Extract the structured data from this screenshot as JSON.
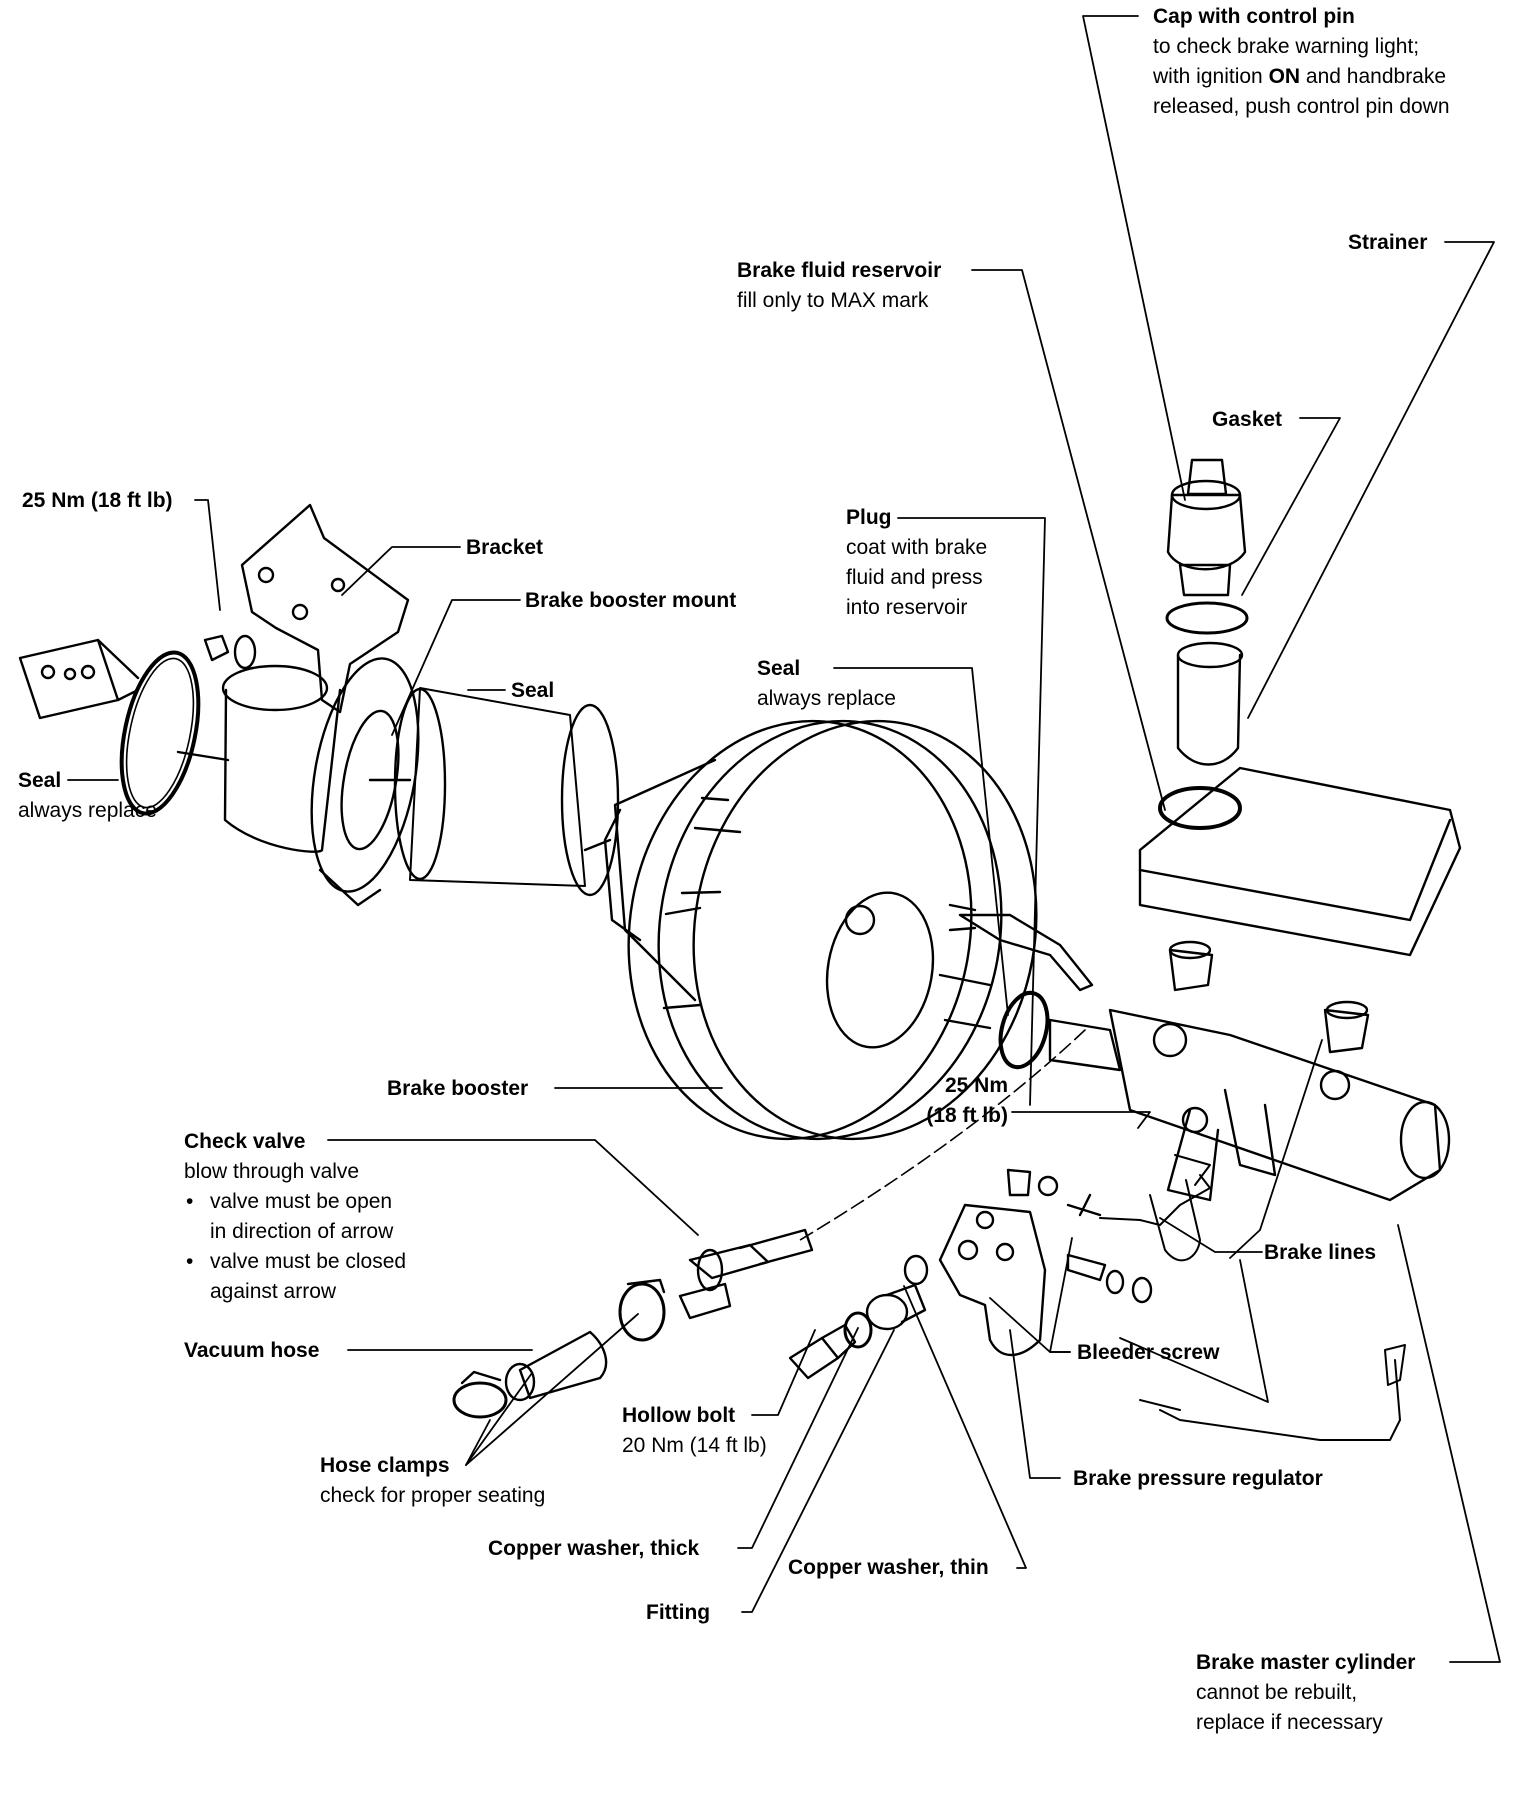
{
  "labels": {
    "cap": {
      "title": "Cap with control pin",
      "lines": [
        "to check brake warning light;",
        "with ignition",
        "and handbrake",
        "released, push control pin down"
      ],
      "emph": "ON"
    },
    "strainer": {
      "title": "Strainer"
    },
    "reservoir": {
      "title": "Brake fluid reservoir",
      "desc": "fill only to MAX mark"
    },
    "gasket": {
      "title": "Gasket"
    },
    "torque_left": {
      "title": "25 Nm (18 ft lb)"
    },
    "bracket": {
      "title": "Bracket"
    },
    "booster_mount": {
      "title": "Brake booster mount"
    },
    "plug": {
      "title": "Plug",
      "lines": [
        "coat with brake",
        "fluid and press",
        "into reservoir"
      ]
    },
    "seal_center": {
      "title": "Seal"
    },
    "seal_right": {
      "title": "Seal",
      "desc": "always replace"
    },
    "seal_left": {
      "title": "Seal",
      "desc": "always replace"
    },
    "brake_booster": {
      "title": "Brake booster"
    },
    "torque_right": {
      "lines": [
        "25 Nm",
        "(18 ft lb)"
      ]
    },
    "check_valve": {
      "title": "Check valve",
      "desc": "blow through valve",
      "bullets": [
        "valve must be open",
        "in direction of arrow",
        "valve must be closed",
        "against arrow"
      ]
    },
    "brake_lines": {
      "title": "Brake lines"
    },
    "vacuum_hose": {
      "title": "Vacuum hose"
    },
    "bleeder_screw": {
      "title": "Bleeder screw"
    },
    "hollow_bolt": {
      "title": "Hollow bolt",
      "desc": "20 Nm (14 ft lb)"
    },
    "hose_clamps": {
      "title": "Hose clamps",
      "desc": "check for proper seating"
    },
    "pressure_regulator": {
      "title": "Brake pressure regulator"
    },
    "copper_thick": {
      "title": "Copper washer, thick"
    },
    "copper_thin": {
      "title": "Copper washer, thin"
    },
    "fitting": {
      "title": "Fitting"
    },
    "master_cylinder": {
      "title": "Brake master cylinder",
      "lines": [
        "cannot be rebuilt,",
        "replace if necessary"
      ]
    }
  }
}
